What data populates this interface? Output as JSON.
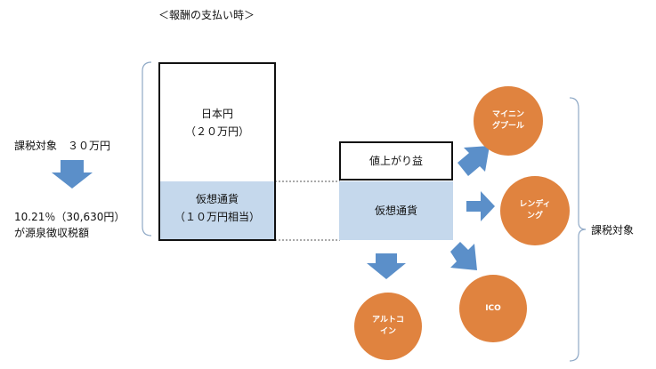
{
  "title": "＜報酬の支払い時＞",
  "left": {
    "taxable_line": "課税対象　３０万円",
    "withholding_line1": "10.21％（30,630円）",
    "withholding_line2": "が源泉徴収税額"
  },
  "main_box": {
    "yen_label": "日本円",
    "yen_amount": "（２０万円）",
    "crypto_label": "仮想通貨",
    "crypto_amount": "（１０万円相当）"
  },
  "right_column": {
    "gain_label": "値上がり益",
    "crypto_label": "仮想通貨"
  },
  "circles": {
    "mining_pool": "マイニン\nグプール",
    "lending": "レンディ\nング",
    "ico": "ICO",
    "altcoin": "アルトコ\nイン"
  },
  "right_label": "課税対象",
  "colors": {
    "arrow": "#5b8fc9",
    "circle": "#e0833f",
    "crypto_fill": "#c5d8ec"
  }
}
